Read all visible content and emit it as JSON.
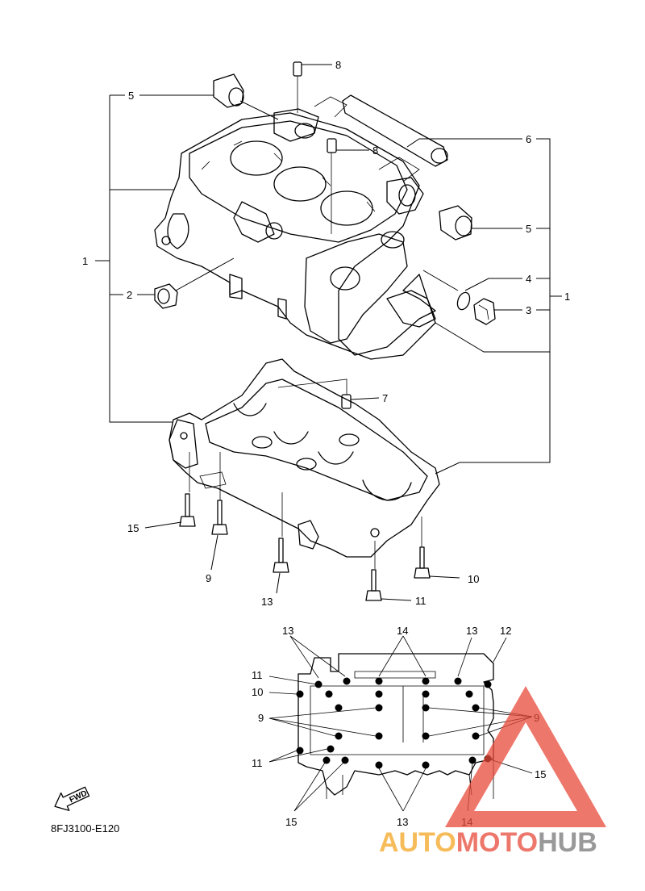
{
  "callouts": {
    "c1_left": "1",
    "c1_right": "1",
    "c2": "2",
    "c3": "3",
    "c4": "4",
    "c5_top": "5",
    "c5_right": "5",
    "c6": "6",
    "c7": "7",
    "c8_top": "8",
    "c8_mid": "8",
    "c9_bolt": "9",
    "c10_bolt": "10",
    "c11_bolt": "11",
    "c13_bolt": "13",
    "c15_bolt": "15"
  },
  "pattern": {
    "l13_top": "13",
    "l14_top": "14",
    "l13_topright": "13",
    "l12": "12",
    "l11_upper": "11",
    "l10": "10",
    "l9_left": "9",
    "l9_right": "9",
    "l11_lower": "11",
    "l15_right": "15",
    "l15_left": "15",
    "l13_bottom": "13",
    "l14_bottom": "14"
  },
  "fwd_label": "FWD",
  "diagram_code": "8FJ3100-E120",
  "watermark": {
    "part_a": "AUTO",
    "part_b": "MOTO",
    "part_c": "HUB",
    "color_a": "#f5a623",
    "color_b": "#e84a3a",
    "color_c": "#777777",
    "triangle_color": "#e84a3a"
  }
}
